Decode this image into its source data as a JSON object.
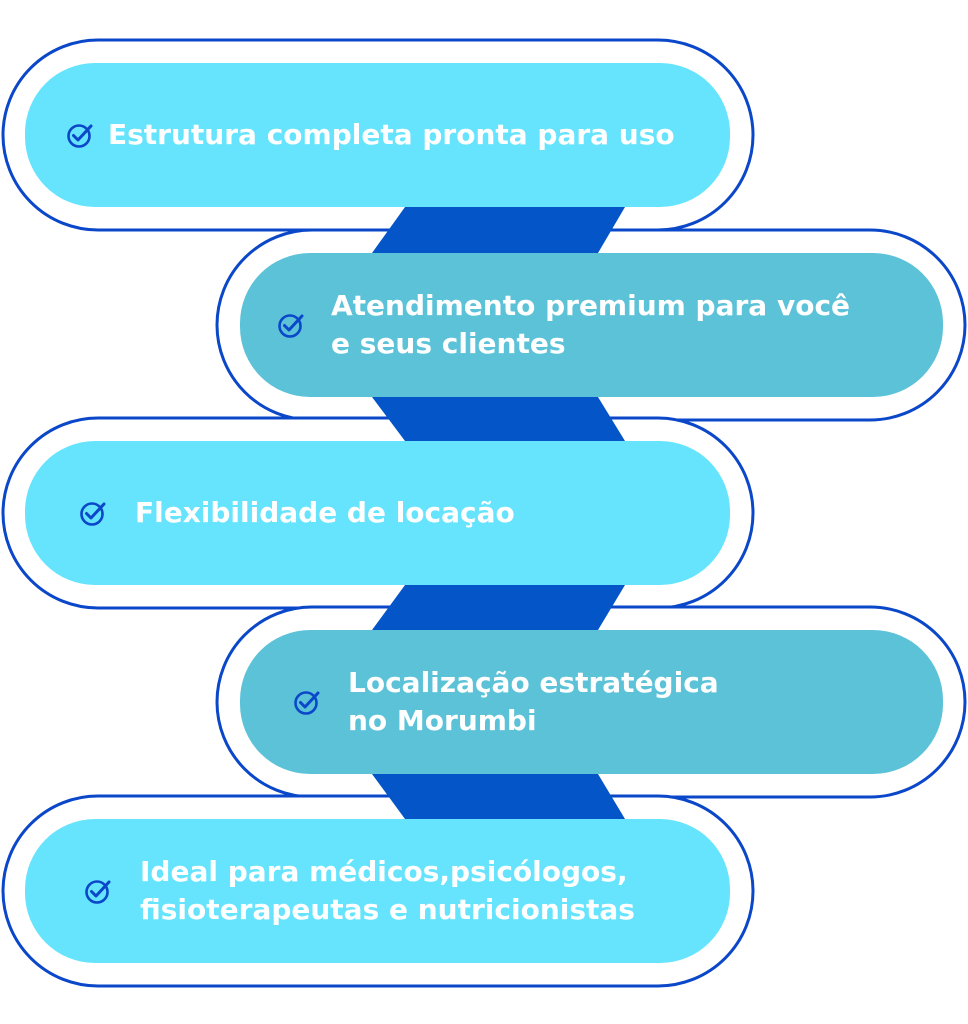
{
  "colors": {
    "pill_light": "#66E4FD",
    "pill_dark": "#5CC2D8",
    "connector": "#0455C8",
    "outline": "#0A47C9",
    "text": "#FFFFFF",
    "check_icon": "#0A47C9"
  },
  "items": [
    {
      "lines": [
        "Estrutura completa pronta para uso"
      ],
      "icon": "check-circle-icon",
      "tone": "light"
    },
    {
      "lines": [
        "Atendimento premium para você",
        "e seus clientes"
      ],
      "icon": "check-circle-icon",
      "tone": "dark"
    },
    {
      "lines": [
        "Flexibilidade de locação"
      ],
      "icon": "check-circle-icon",
      "tone": "light"
    },
    {
      "lines": [
        "Localização estratégica",
        "no Morumbi"
      ],
      "icon": "check-circle-icon",
      "tone": "dark"
    },
    {
      "lines": [
        "Ideal para médicos,psicólogos,",
        "fisioterapeutas e nutricionistas"
      ],
      "icon": "check-circle-icon",
      "tone": "light"
    }
  ]
}
